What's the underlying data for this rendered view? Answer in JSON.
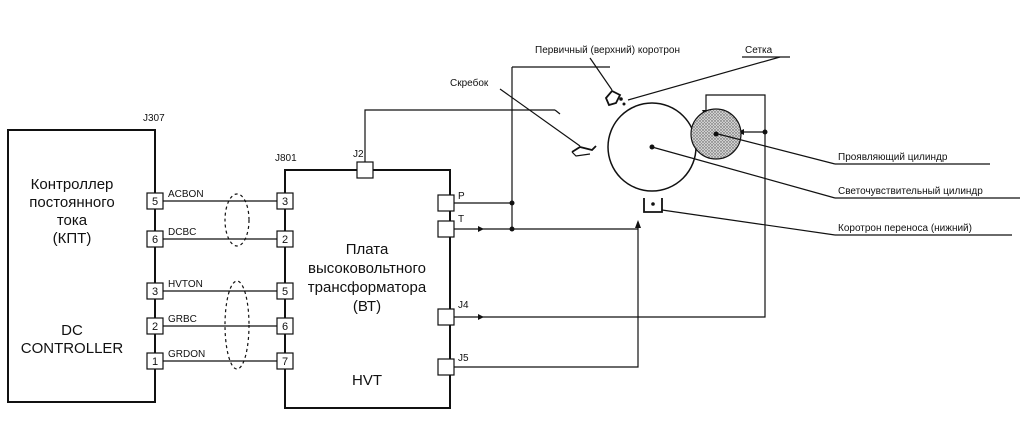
{
  "dc_controller": {
    "connector": "J307",
    "title_ru": [
      "Контроллер",
      "постоянного",
      "тока",
      "(КПТ)"
    ],
    "title_en": [
      "DC",
      "CONTROLLER"
    ]
  },
  "hvt": {
    "connector": "J801",
    "title_ru": [
      "Плата",
      "высоковольтного",
      "трансформатора",
      "(ВТ)"
    ],
    "title_en": "HVT",
    "j2": "J2",
    "p": "P",
    "t": "T",
    "j4": "J4",
    "j5": "J5"
  },
  "signals": [
    {
      "pin_left": "5",
      "name": "ACBON",
      "pin_right": "3"
    },
    {
      "pin_left": "6",
      "name": "DCBC",
      "pin_right": "2"
    },
    {
      "pin_left": "3",
      "name": "HVTON",
      "pin_right": "5"
    },
    {
      "pin_left": "2",
      "name": "GRBC",
      "pin_right": "6"
    },
    {
      "pin_left": "1",
      "name": "GRDON",
      "pin_right": "7"
    }
  ],
  "labels": {
    "primary_corotron": "Первичный (верхний) коротрон",
    "grid": "Сетка",
    "scraper": "Скребок",
    "developing_cylinder": "Проявляющий цилиндр",
    "photo_cylinder": "Светочувствительный цилиндр",
    "transfer_corotron": "Коротрон переноса (нижний)"
  }
}
